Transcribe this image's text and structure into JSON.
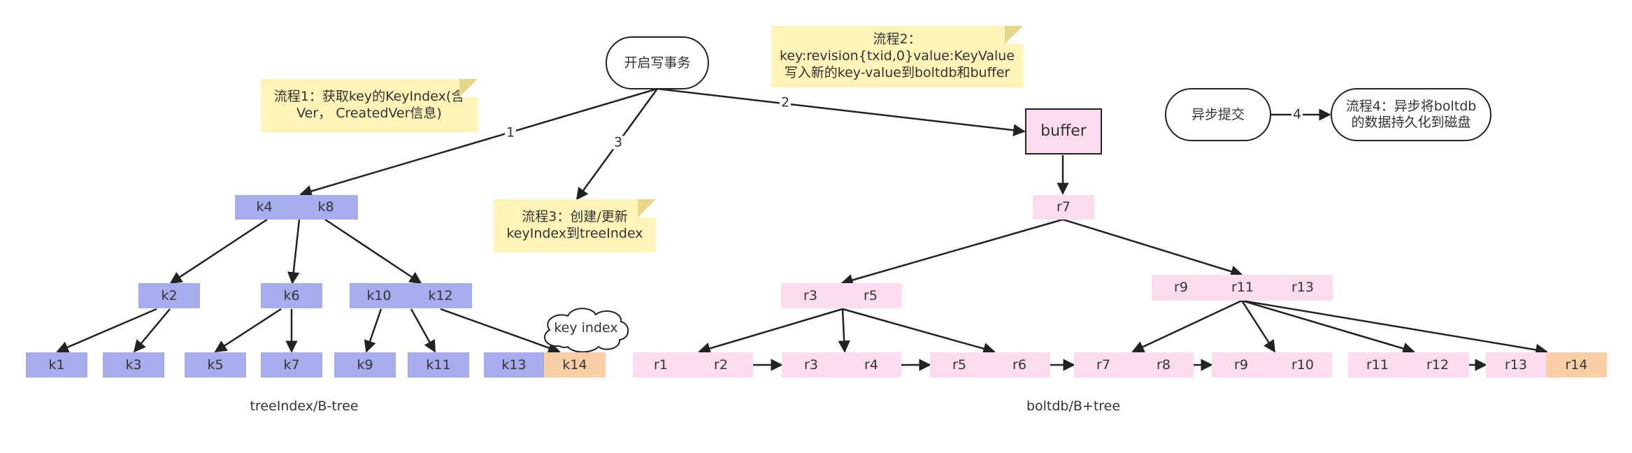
{
  "start_node": "开启写事务",
  "notes": {
    "flow1": "流程1：获取key的KeyIndex(含\nVer， CreatedVer信息)",
    "flow2": "流程2：\nkey:revision{txid,0}value:KeyValue\n写入新的key-value到boltdb和buffer",
    "flow3": "流程3：创建/更新\nkeyIndex到treeIndex"
  },
  "edge_labels": {
    "e1": "1",
    "e2": "2",
    "e3": "3",
    "e4": "4"
  },
  "buffer_node": "buffer",
  "async_node": "异步提交",
  "flow4_node": "流程4：异步将boltdb\n的数据持久化到磁盘",
  "cloud_label": "key index",
  "tree_index": {
    "root": [
      "k4",
      "k8"
    ],
    "level2": {
      "left": [
        "k2"
      ],
      "mid": [
        "k6"
      ],
      "right": [
        "k10",
        "k12"
      ]
    },
    "leaves": [
      "k1",
      "k3",
      "k5",
      "k7",
      "k9",
      "k11",
      "k13",
      "k14"
    ],
    "caption": "treeIndex/B-tree"
  },
  "boltdb": {
    "root": [
      "r7"
    ],
    "level2": {
      "left": [
        "r3",
        "r5"
      ],
      "right": [
        "r9",
        "r11",
        "r13"
      ]
    },
    "leaves": [
      [
        "r1",
        "r2"
      ],
      [
        "r3",
        "r4"
      ],
      [
        "r5",
        "r6"
      ],
      [
        "r7",
        "r8"
      ],
      [
        "r9",
        "r10"
      ],
      [
        "r11",
        "r12"
      ],
      [
        "r13",
        "r14"
      ]
    ],
    "caption": "boltdb/B+tree"
  },
  "colors": {
    "index_node": "#a6acec",
    "bolt_node": "#fbdcec",
    "new_key": "#f9d0a6",
    "note": "#fff3b8"
  }
}
